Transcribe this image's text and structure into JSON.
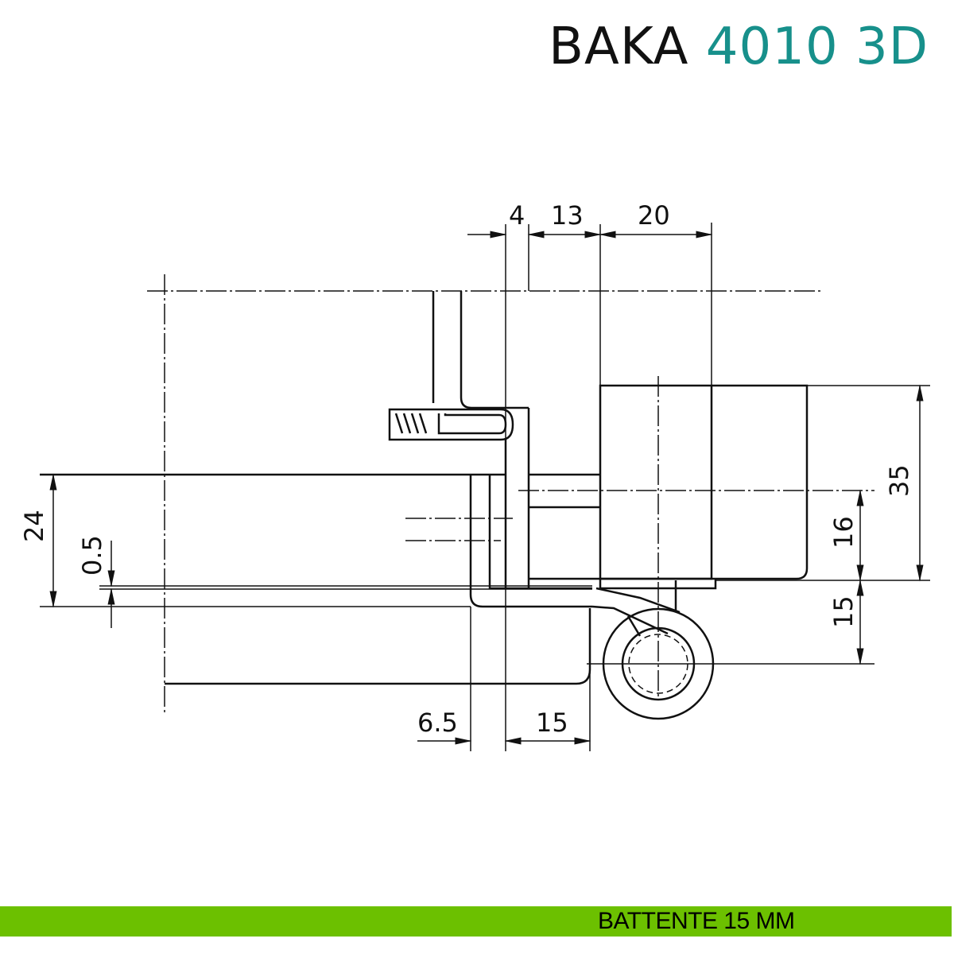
{
  "title": {
    "brand": "BAKA",
    "model": "4010 3D"
  },
  "footer": {
    "label": "BATTENTE 15 MM"
  },
  "dimensions": {
    "top": [
      "4",
      "13",
      "20"
    ],
    "right": [
      "35",
      "16",
      "15"
    ],
    "left": [
      "24",
      "0.5"
    ],
    "bottom": [
      "6.5",
      "15"
    ]
  },
  "colors": {
    "accent": "#17908b",
    "footer_bg": "#6cc000"
  }
}
